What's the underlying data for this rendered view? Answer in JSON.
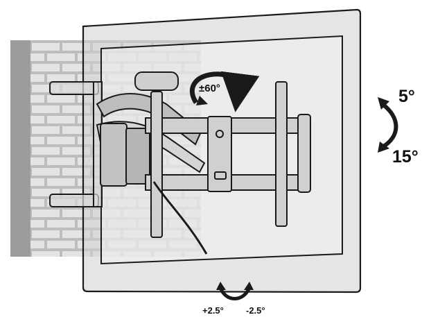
{
  "annotations": {
    "rotation": "±60°",
    "tilt_up": "5°",
    "tilt_down": "15°",
    "level_plus": "+2.5°",
    "level_minus": "-2.5°"
  },
  "icons": [
    "swivel-arrow-icon",
    "tilt-arrow-icon",
    "level-arrow-icon"
  ],
  "colors": {
    "line": "#1a1a1a",
    "wall": "#bdbdbd",
    "brick": "#9a9a9a",
    "tv_frame": "#c8c8c8",
    "screen": "#e6e6e6"
  }
}
